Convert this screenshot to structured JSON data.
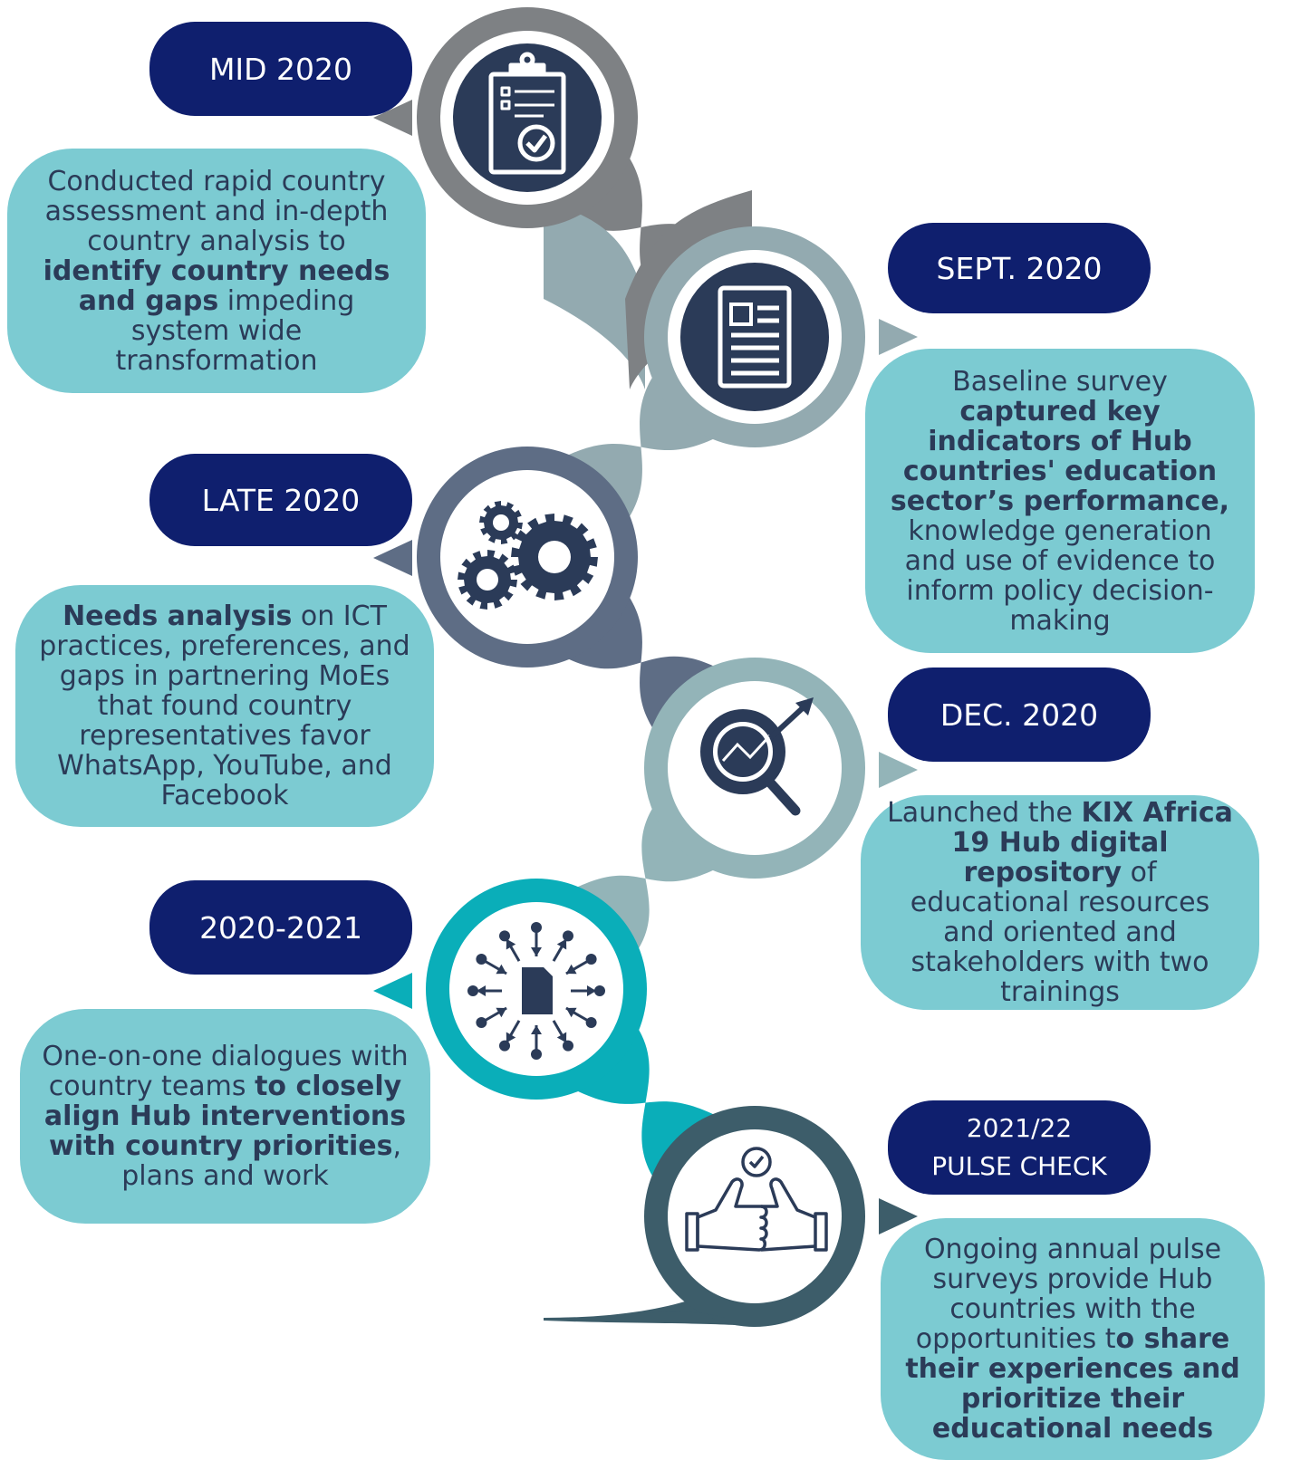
{
  "colors": {
    "pill_bg": "#0f1f6e",
    "bubble_bg": "#7ccbd2",
    "text": "#2b3b58",
    "icon": "#2b3b58",
    "seg1": "#7e8184",
    "seg2": "#93aab0",
    "seg3": "#5e6d85",
    "seg4": "#93b4b8",
    "seg5": "#0aaeb9",
    "seg6": "#3d5d6a"
  },
  "milestones": [
    {
      "date": "MID 2020",
      "icon": "clipboard-check-icon",
      "text": [
        {
          "t": "Conducted rapid country assessment and in-depth country analysis to "
        },
        {
          "t": "identify country needs and gaps",
          "b": true
        },
        {
          "t": " impeding system wide transformation"
        }
      ]
    },
    {
      "date": "SEPT. 2020",
      "icon": "document-icon",
      "text": [
        {
          "t": "Baseline survey "
        },
        {
          "t": "captured key indicators of Hub countries' education sector’s performance,",
          "b": true
        },
        {
          "t": " knowledge generation and use of evidence to inform policy decision-making"
        }
      ]
    },
    {
      "date": "LATE 2020",
      "icon": "gears-icon",
      "text": [
        {
          "t": "Needs analysis",
          "b": true
        },
        {
          "t": " on ICT practices, preferences, and gaps in partnering MoEs that found country representatives favor WhatsApp, YouTube, and Facebook"
        }
      ]
    },
    {
      "date": "DEC. 2020",
      "icon": "magnifier-growth-icon",
      "text": [
        {
          "t": "Launched the "
        },
        {
          "t": "KIX Africa 19 Hub digital repository",
          "b": true
        },
        {
          "t": " of educational resources and oriented and stakeholders with two trainings"
        }
      ]
    },
    {
      "date": "2020-2021",
      "icon": "dialogue-network-icon",
      "text": [
        {
          "t": "One-on-one dialogues with country teams "
        },
        {
          "t": "to closely align Hub interventions with country priorities",
          "b": true
        },
        {
          "t": ", plans and work"
        }
      ]
    },
    {
      "date": "2021/22",
      "date2": "PULSE CHECK",
      "icon": "thumbs-up-icon",
      "text": [
        {
          "t": "Ongoing annual pulse surveys provide Hub countries with the opportunities t"
        },
        {
          "t": "o share their experiences and prioritize their educational needs",
          "b": true
        }
      ]
    }
  ]
}
